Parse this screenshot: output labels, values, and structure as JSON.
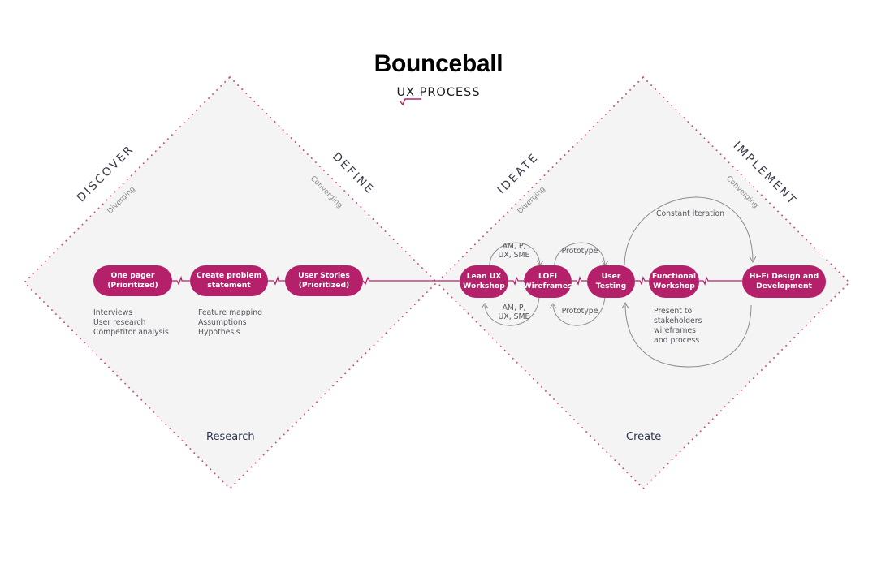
{
  "header": {
    "title": "Bounceball",
    "subtitle_accent": "UX",
    "subtitle_rest": " PROCESS"
  },
  "colors": {
    "accent": "#b5206b",
    "diamond_fill": "#f4f4f4",
    "diamond_border": "#d8407f",
    "arc_stroke": "#8c8c90",
    "note_text": "#55565e"
  },
  "phases": {
    "discover": {
      "label": "DISCOVER",
      "sub": "Diverging"
    },
    "define": {
      "label": "DEFINE",
      "sub": "Converging"
    },
    "ideate": {
      "label": "IDEATE",
      "sub": "Diverging"
    },
    "implement": {
      "label": "IMPLEMENT",
      "sub": "Converging"
    }
  },
  "zones": {
    "left": "Research",
    "right": "Create"
  },
  "steps": [
    {
      "id": "one-pager",
      "label": "One pager\n(Prioritized)"
    },
    {
      "id": "create-problem-statement",
      "label": "Create problem\nstatement"
    },
    {
      "id": "user-stories",
      "label": "User Stories\n(Prioritized)"
    },
    {
      "id": "lean-ux-workshop",
      "label": "Lean UX\nWorkshop"
    },
    {
      "id": "lofi-wireframes",
      "label": "LOFI\nWireframes"
    },
    {
      "id": "user-testing",
      "label": "User\nTesting"
    },
    {
      "id": "functional-workshop",
      "label": "Functional\nWorkshop"
    },
    {
      "id": "hifi-design",
      "label": "Hi-Fi Design and\nDevelopment"
    }
  ],
  "notes": {
    "discover": "Interviews\nUser research\nCompetitor analysis",
    "define": "Feature mapping\nAssumptions\nHypothesis",
    "functional": "Present to\nstakeholders\nwireframes\nand process"
  },
  "loops": {
    "lean_top": "AM, P,\nUX, SME",
    "lean_bottom": "AM, P,\nUX, SME",
    "proto_top": "Prototype",
    "proto_bottom": "Prototype",
    "constant": "Constant iteration"
  }
}
